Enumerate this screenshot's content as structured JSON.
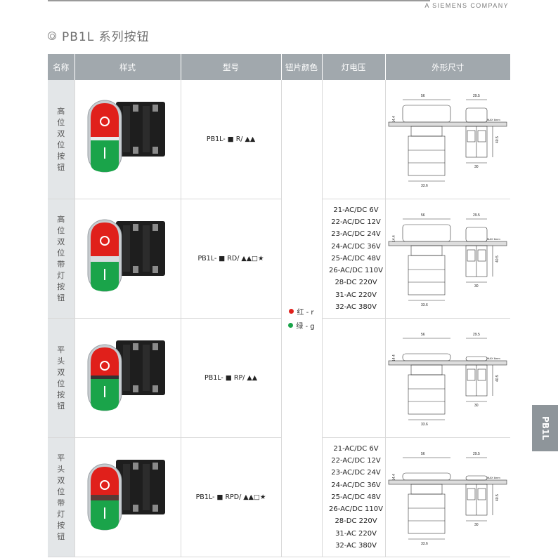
{
  "header": {
    "brand": "A SIEMENS COMPANY",
    "title": "PB1L 系列按钮"
  },
  "columns": [
    "名称",
    "样式",
    "型号",
    "钮片颜色",
    "灯电压",
    "外形尺寸"
  ],
  "rows": [
    {
      "name": "高位双位按钮",
      "model": "PB1L- ■ R/ ▲▲",
      "has_light": false,
      "flat": false,
      "dims": {
        "w1": "56",
        "w2": "29.5",
        "h1": "14.4",
        "h2": "40.5",
        "d1": "33.6",
        "d2": "30",
        "max": "MAX 6mm"
      }
    },
    {
      "name": "高位双位带灯按钮",
      "model": "PB1L- ■ RD/ ▲▲□★",
      "has_light": true,
      "flat": false,
      "dims": {
        "w1": "56",
        "w2": "29.5",
        "h1": "14.4",
        "h2": "40.5",
        "d1": "33.6",
        "d2": "30",
        "max": "MAX 6mm"
      }
    },
    {
      "name": "平头双位按钮",
      "model": "PB1L- ■ RP/ ▲▲",
      "has_light": false,
      "flat": true,
      "dims": {
        "w1": "56",
        "w2": "29.5",
        "h1": "14.4",
        "h2": "40.5",
        "d1": "33.6",
        "d2": "30",
        "max": "MAX 6mm"
      }
    },
    {
      "name": "平头双位带灯按钮",
      "model": "PB1L- ■ RPD/ ▲▲□★",
      "has_light": true,
      "flat": true,
      "dims": {
        "w1": "56",
        "w2": "29.5",
        "h1": "14.4",
        "h2": "40.5",
        "d1": "33.6",
        "d2": "30",
        "max": "MAX 6mm"
      }
    }
  ],
  "button_colors": [
    {
      "label": "红 - r",
      "color": "#e0201b"
    },
    {
      "label": "绿 - g",
      "color": "#1aa44a"
    }
  ],
  "voltages": [
    "21-AC/DC 6V",
    "22-AC/DC 12V",
    "23-AC/DC 24V",
    "24-AC/DC 36V",
    "25-AC/DC 48V",
    "26-AC/DC 110V",
    "28-DC 220V",
    "31-AC 220V",
    "32-AC 380V"
  ],
  "side_tab": "PB1L",
  "colors": {
    "header_bg": "#a1a8ad",
    "name_bg": "#e3e6e8",
    "tab_bg": "#8e959a",
    "red": "#e0201b",
    "green": "#1aa44a"
  }
}
